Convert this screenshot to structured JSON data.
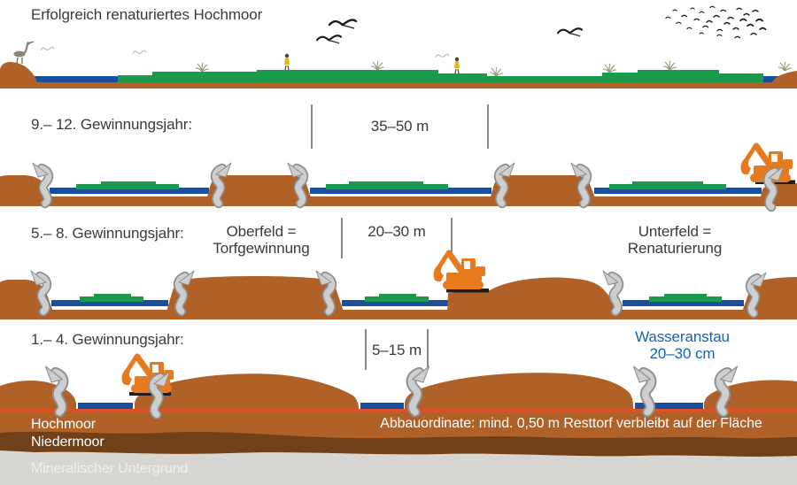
{
  "title": "Erfolgreich renaturiertes Hochmoor",
  "colors": {
    "soil": "#b06127",
    "soil_dark": "#6f4118",
    "mineral": "#d7d6d3",
    "water": "#1b4f9e",
    "vegetation": "#1a9b4c",
    "machine": "#e87a1e",
    "abbau_line": "#e04f28",
    "arrow_fill": "#cecece",
    "arrow_stroke": "#8f8f8f",
    "text": "#3a3a38",
    "water_label": "#1565b0",
    "layer_label": "#ffffff",
    "mineral_label": "#f0efeb"
  },
  "bands": {
    "jahr9_12": {
      "label": "9.– 12. Gewinnungsjahr:",
      "measure": "35–50 m"
    },
    "jahr5_8": {
      "label": "5.– 8. Gewinnungsjahr:",
      "oberfeld": [
        "Oberfeld =",
        "Torfgewinnung"
      ],
      "measure": "20–30 m",
      "unterfeld": [
        "Unterfeld =",
        "Renaturierung"
      ]
    },
    "jahr1_4": {
      "label": "1.– 4. Gewinnungsjahr:",
      "measure": "5–15 m",
      "wasseranstau": [
        "Wasseranstau",
        "20–30 cm"
      ]
    }
  },
  "layers": {
    "hochmoor": "Hochmoor",
    "niedermoor": "Niedermoor",
    "mineral": "Mineralischer Untergrund",
    "abbau_note": "Abbauordinate: mind. 0,50 m Resttorf verbleibt auf der Fläche"
  },
  "icons": {
    "excavator": "excavator-icon",
    "flow_arrow": "water-flow-arrow-icon",
    "heron": "heron-icon",
    "crane": "flying-crane-icon",
    "bird_flock": "bird-flock-icon",
    "grass": "grass-tuft-icon",
    "person": "person-icon"
  }
}
